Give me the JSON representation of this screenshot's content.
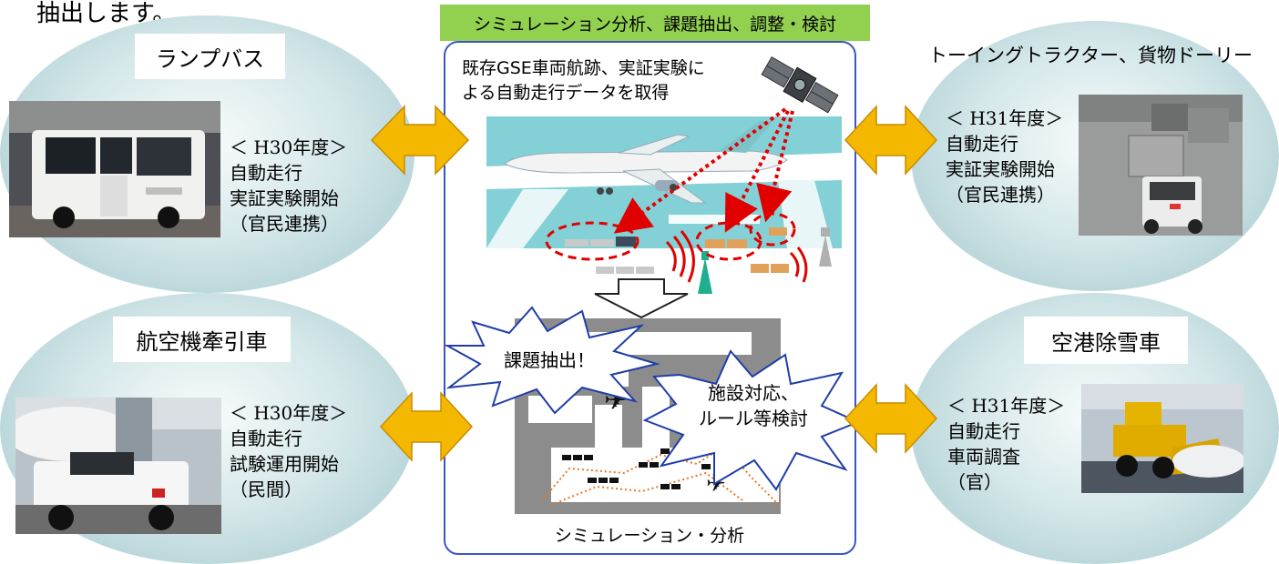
{
  "top_text": "抽出します。",
  "banner": "シミュレーション分析、課題抽出、調整・検討",
  "center": {
    "text_line1": "既存GSE車両航跡、実証実験に",
    "text_line2": "よる自動走行データを取得",
    "burst1": "課題抽出！",
    "burst2_line1": "施設対応、",
    "burst2_line2": "ルール等検討",
    "caption": "シミュレーション・分析"
  },
  "vehicles": [
    {
      "title": "ランプバス",
      "year": "＜ H30年度＞",
      "line1": "自動走行",
      "line2": "実証実験開始",
      "line3": "（官民連携）"
    },
    {
      "title": "トーイングトラクター、貨物ドーリー",
      "year": "＜ H31年度＞",
      "line1": "自動走行",
      "line2": "実証実験開始",
      "line3": "（官民連携）"
    },
    {
      "title": "航空機牽引車",
      "year": "＜ H30年度＞",
      "line1": "自動走行",
      "line2": "試験運用開始",
      "line3": "（民間）"
    },
    {
      "title": "空港除雪車",
      "year": "＜ H31年度＞",
      "line1": "自動走行",
      "line2": "車両調査",
      "line3": "（官）"
    }
  ],
  "colors": {
    "banner": "#92d050",
    "arrow": "#f5b800",
    "box_border": "#3a56c5",
    "dashed": "#e00000"
  }
}
